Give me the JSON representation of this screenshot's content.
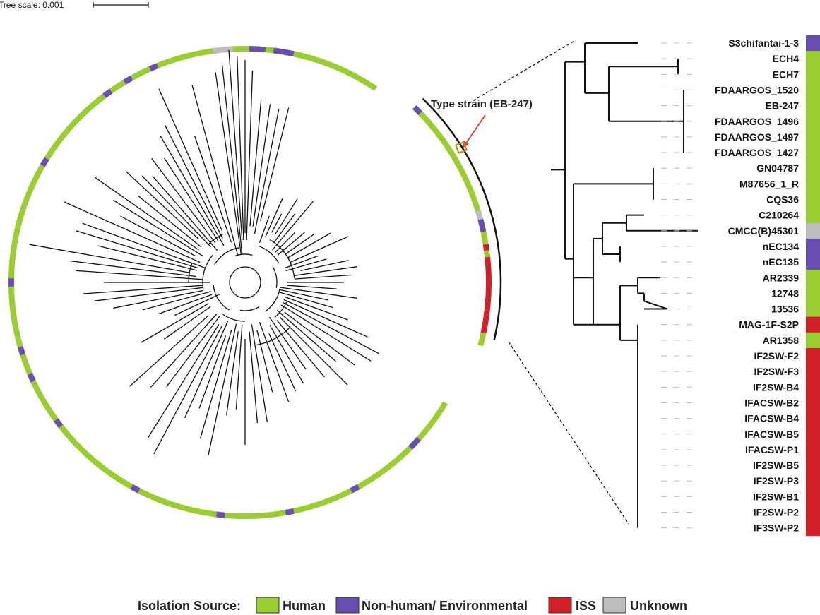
{
  "tree_scale": {
    "label": "Tree scale: 0.001"
  },
  "callout": {
    "text": "Type strain (EB-247)"
  },
  "legend": {
    "title": "Isolation Source:",
    "items": [
      {
        "label": "Human",
        "color": "#9ACD32"
      },
      {
        "label": "Non-human/ Environmental",
        "color": "#6A4FB3"
      },
      {
        "label": "ISS",
        "color": "#D0202A"
      },
      {
        "label": "Unknown",
        "color": "#BDBDBD"
      }
    ]
  },
  "colors": {
    "human": "#9ACD32",
    "environmental": "#6A4FB3",
    "iss": "#D0202A",
    "unknown": "#BDBDBD",
    "pointer": "#E23B2A",
    "highlight": "#B8860B"
  },
  "subtree_leaves": [
    {
      "label": "S3chifantai-1-3",
      "source": "environmental"
    },
    {
      "label": "ECH4",
      "source": "human"
    },
    {
      "label": "ECH7",
      "source": "human"
    },
    {
      "label": "FDAARGOS_1520",
      "source": "human"
    },
    {
      "label": "EB-247",
      "source": "human"
    },
    {
      "label": "FDAARGOS_1496",
      "source": "human"
    },
    {
      "label": "FDAARGOS_1497",
      "source": "human"
    },
    {
      "label": "FDAARGOS_1427",
      "source": "human"
    },
    {
      "label": "GN04787",
      "source": "human"
    },
    {
      "label": "M87656_1_R",
      "source": "human"
    },
    {
      "label": "CQS36",
      "source": "human"
    },
    {
      "label": "C210264",
      "source": "human"
    },
    {
      "label": "CMCC(B)45301",
      "source": "unknown"
    },
    {
      "label": "nEC134",
      "source": "environmental"
    },
    {
      "label": "nEC135",
      "source": "environmental"
    },
    {
      "label": "AR2339",
      "source": "human"
    },
    {
      "label": "12748",
      "source": "human"
    },
    {
      "label": "13536",
      "source": "human"
    },
    {
      "label": "MAG-1F-S2P",
      "source": "iss"
    },
    {
      "label": "AR1358",
      "source": "human"
    },
    {
      "label": "IF2SW-F2",
      "source": "iss"
    },
    {
      "label": "IF2SW-F3",
      "source": "iss"
    },
    {
      "label": "IF2SW-B4",
      "source": "iss"
    },
    {
      "label": "IFACSW-B2",
      "source": "iss"
    },
    {
      "label": "IFACSW-B4",
      "source": "iss"
    },
    {
      "label": "IFACSW-B5",
      "source": "iss"
    },
    {
      "label": "IFACSW-P1",
      "source": "iss"
    },
    {
      "label": "IF2SW-B5",
      "source": "iss"
    },
    {
      "label": "IF2SW-P3",
      "source": "iss"
    },
    {
      "label": "IF2SW-B1",
      "source": "iss"
    },
    {
      "label": "IF2SW-P2",
      "source": "iss"
    },
    {
      "label": "IF3SW-P2",
      "source": "iss"
    }
  ]
}
